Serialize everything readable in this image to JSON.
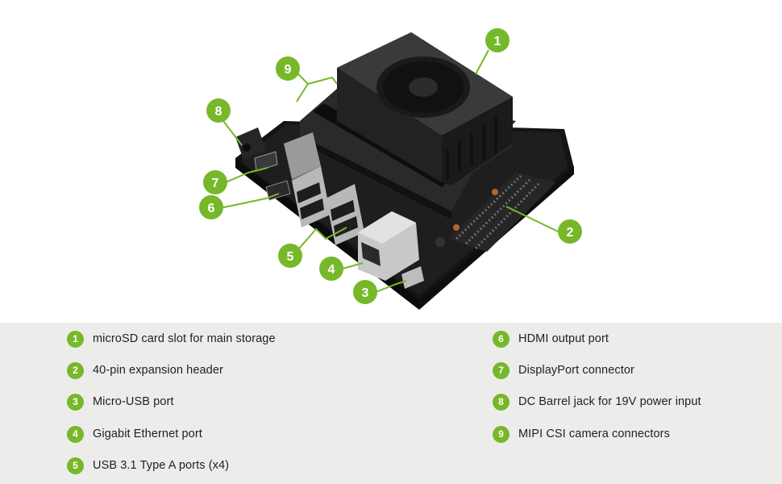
{
  "brand": {
    "accent": "#76b82a",
    "panel_bg": "#ecedea",
    "board_color": "#1c1c1c"
  },
  "callouts": [
    {
      "num": "1"
    },
    {
      "num": "2"
    },
    {
      "num": "3"
    },
    {
      "num": "4"
    },
    {
      "num": "5"
    },
    {
      "num": "6"
    },
    {
      "num": "7"
    },
    {
      "num": "8"
    },
    {
      "num": "9"
    }
  ],
  "legend": {
    "left": [
      {
        "num": "1",
        "label": "microSD card slot for main storage"
      },
      {
        "num": "2",
        "label": "40-pin expansion header"
      },
      {
        "num": "3",
        "label": "Micro-USB port"
      },
      {
        "num": "4",
        "label": "Gigabit Ethernet port"
      },
      {
        "num": "5",
        "label": "USB 3.1 Type A ports (x4)"
      }
    ],
    "right": [
      {
        "num": "6",
        "label": "HDMI output port"
      },
      {
        "num": "7",
        "label": "DisplayPort connector"
      },
      {
        "num": "8",
        "label": "DC Barrel jack for 19V power input"
      },
      {
        "num": "9",
        "label": "MIPI CSI camera connectors"
      }
    ]
  }
}
